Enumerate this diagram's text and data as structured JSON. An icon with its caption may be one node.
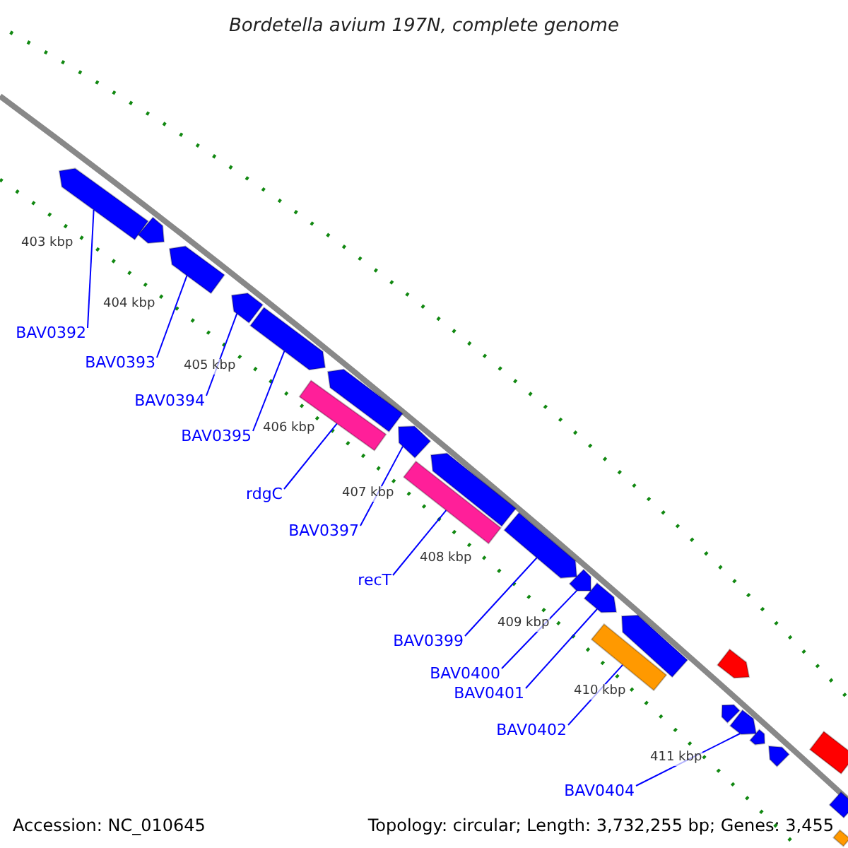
{
  "diagram": {
    "title": "Bordetella avium 197N, complete genome",
    "nodes": [
      {
        "text": [],
        "shape": "bar"
      },
      {
        "text": [],
        "shape": "bar"
      },
      {
        "text": [],
        "shape": "bar"
      },
      {
        "text": [],
        "shape": "bar"
      },
      {
        "text": [],
        "shape": "bar"
      },
      {
        "text": [],
        "shape": "bar"
      },
      {
        "text": [],
        "shape": "bar"
      },
      {
        "text": [],
        "shape": "bar"
      },
      {
        "text": [],
        "shape": "bar"
      },
      {
        "text": [],
        "shape": "bar"
      },
      {
        "text": [],
        "shape": "bar"
      },
      {
        "text": [],
        "shape": "bar"
      },
      {
        "text": [],
        "shape": "bar"
      },
      {
        "text": [],
        "shape": "bar"
      },
      {
        "text": [],
        "shape": "bar"
      },
      {
        "text": [],
        "shape": "bar"
      },
      {
        "text": [],
        "shape": "bar"
      },
      {
        "text": [],
        "shape": "bar"
      },
      {
        "text": [],
        "shape": "bar"
      },
      {
        "text": [],
        "shape": "bar"
      },
      {
        "text": [],
        "shape": "bar"
      },
      {
        "text": [],
        "shape": "bar"
      },
      {
        "text": [],
        "shape": "bar"
      },
      {
        "text": [
          "BAV0392"
        ]
      },
      {
        "text": [
          "BAV0393"
        ]
      },
      {
        "text": [
          "BAV0394"
        ]
      },
      {
        "text": [
          "BAV0395"
        ]
      },
      {
        "text": [
          "rdgC"
        ]
      },
      {
        "text": [
          "BAV0397"
        ]
      },
      {
        "text": [
          "recT"
        ]
      },
      {
        "text": [
          "BAV0399"
        ]
      },
      {
        "text": [
          "BAV0400"
        ]
      },
      {
        "text": [
          "BAV0401"
        ]
      },
      {
        "text": [
          "BAV0402"
        ]
      },
      {
        "text": [
          "BAV0404"
        ]
      }
    ],
    "edges": [
      {
        "from": 23,
        "to": 0,
        "arrow": "none"
      },
      {
        "from": 24,
        "to": 2,
        "arrow": "none"
      },
      {
        "from": 25,
        "to": 3,
        "arrow": "none"
      },
      {
        "from": 26,
        "to": 4,
        "arrow": "none"
      },
      {
        "from": 27,
        "to": 5,
        "arrow": "none"
      },
      {
        "from": 28,
        "to": 7,
        "arrow": "none"
      },
      {
        "from": 29,
        "to": 8,
        "arrow": "none"
      },
      {
        "from": 30,
        "to": 10,
        "arrow": "none"
      },
      {
        "from": 31,
        "to": 11,
        "arrow": "none"
      },
      {
        "from": 32,
        "to": 12,
        "arrow": "none"
      },
      {
        "from": 33,
        "to": 14,
        "arrow": "none"
      },
      {
        "from": 34,
        "to": 17,
        "arrow": "none"
      }
    ],
    "labels": [
      "403 kbp",
      "404 kbp",
      "405 kbp",
      "406 kbp",
      "407 kbp",
      "408 kbp",
      "409 kbp",
      "410 kbp",
      "411 kbp",
      "Accession: NC_010645",
      "Topology: circular; Length: 3,732,255 bp; Genes: 3,455"
    ]
  }
}
